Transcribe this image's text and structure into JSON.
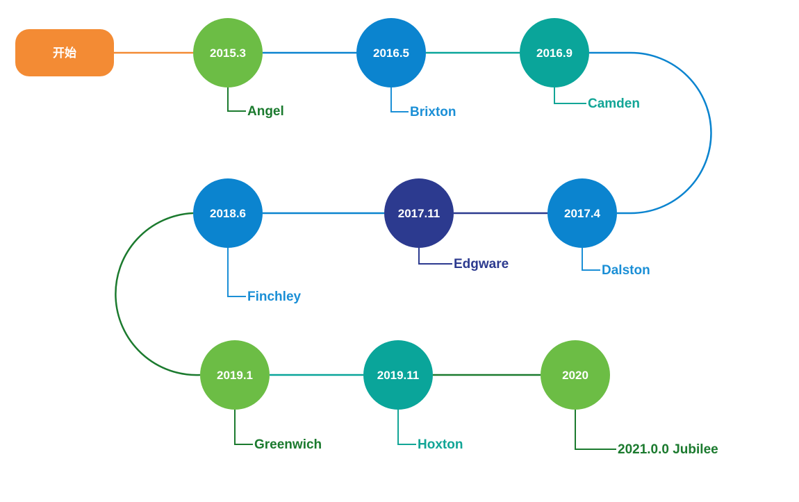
{
  "colors": {
    "start": "#f38b34",
    "green": "#6cbd45",
    "blue": "#0b84cf",
    "teal": "#0aa59a",
    "navy": "#2c3a8f",
    "dark_green": "#1b7a2e",
    "label_blue": "#1b8fd6",
    "label_teal": "#12a596",
    "label_navy": "#2c3a8f"
  },
  "start": {
    "label": "开始"
  },
  "milestones": [
    {
      "date": "2015.3",
      "label": "Angel",
      "color": "green",
      "label_color": "dark_green"
    },
    {
      "date": "2016.5",
      "label": "Brixton",
      "color": "blue",
      "label_color": "label_blue"
    },
    {
      "date": "2016.9",
      "label": "Camden",
      "color": "teal",
      "label_color": "label_teal"
    },
    {
      "date": "2017.4",
      "label": "Dalston",
      "color": "blue",
      "label_color": "label_blue"
    },
    {
      "date": "2017.11",
      "label": "Edgware",
      "color": "navy",
      "label_color": "label_navy"
    },
    {
      "date": "2018.6",
      "label": "Finchley",
      "color": "blue",
      "label_color": "label_blue"
    },
    {
      "date": "2019.1",
      "label": "Greenwich",
      "color": "green",
      "label_color": "dark_green"
    },
    {
      "date": "2019.11",
      "label": "Hoxton",
      "color": "teal",
      "label_color": "label_teal"
    },
    {
      "date": "2020",
      "label": "2021.0.0 Jubilee",
      "color": "green",
      "label_color": "dark_green"
    }
  ]
}
